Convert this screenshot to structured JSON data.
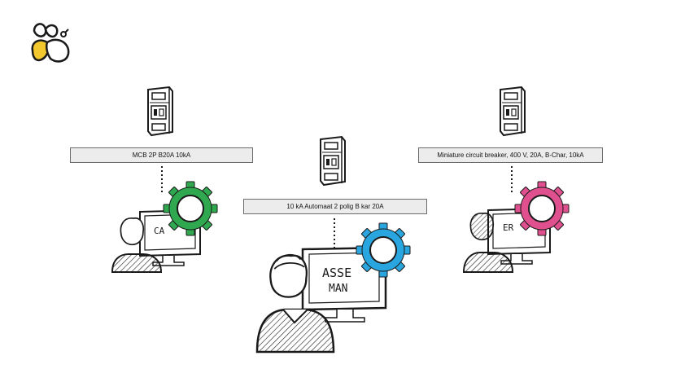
{
  "labels": {
    "left": "MCB 2P B20A 10kA",
    "middle": "10 kA Automaat 2 polig B kar 20A",
    "right": "Miniature circuit breaker, 400 V, 20A, B-Char, 10kA"
  },
  "screens": {
    "left": "CA",
    "middle_line1": "ASSE",
    "middle_line2": "MAN",
    "right": "ER"
  },
  "colors": {
    "logo_yellow": "#f2c82e",
    "gear_left": "#2fa84f",
    "gear_middle": "#29a6df",
    "gear_right": "#e0508f",
    "ink": "#1a1a1a",
    "label_bg": "#ececec",
    "label_border": "#6b6b6b"
  },
  "icons": {
    "logo": "bee-logo-icon",
    "breaker": "circuit-breaker-icon",
    "gear": "gear-icon",
    "user": "person-at-computer-icon"
  }
}
